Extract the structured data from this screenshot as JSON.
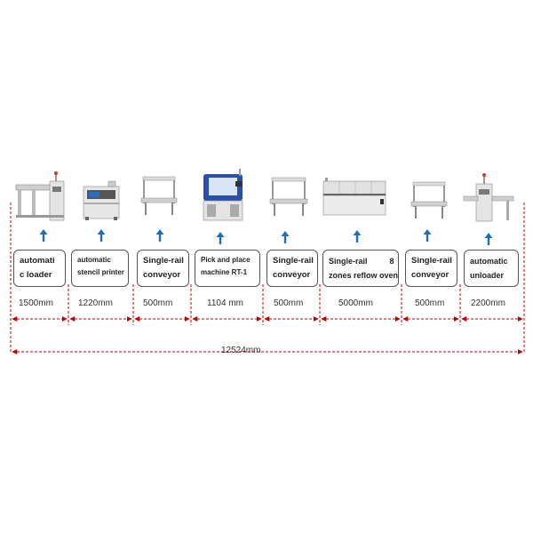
{
  "units": [
    {
      "id": "loader",
      "label_lines": [
        "automati",
        "c loader"
      ],
      "length": "1500mm"
    },
    {
      "id": "printer",
      "label_lines": [
        "automatic",
        "stencil printer"
      ],
      "length": "1220mm"
    },
    {
      "id": "conveyor-1",
      "label_lines": [
        "Single-rail",
        "conveyor"
      ],
      "length": "500mm"
    },
    {
      "id": "pnp",
      "label_lines": [
        "Pick  and  place",
        "machine RT-1"
      ],
      "length": "1104 mm"
    },
    {
      "id": "conveyor-2",
      "label_lines": [
        "Single-rail",
        "conveyor"
      ],
      "length": "500mm"
    },
    {
      "id": "reflow",
      "label_lines": [
        "Single-rail          8",
        "zones reflow oven"
      ],
      "length": "5000mm"
    },
    {
      "id": "conveyor-3",
      "label_lines": [
        "Single-rail",
        "conveyor"
      ],
      "length": "500mm"
    },
    {
      "id": "unloader",
      "label_lines": [
        "automatic",
        "unloader"
      ],
      "length": "2200mm"
    }
  ],
  "total_length": "12524mm",
  "colors": {
    "dimension": "#c00000",
    "arrow": "#1f6fb5",
    "machine": "#d8d8d8",
    "accent": "#1e3f9a"
  },
  "icons": {
    "arrow": "arrow-up-icon"
  }
}
